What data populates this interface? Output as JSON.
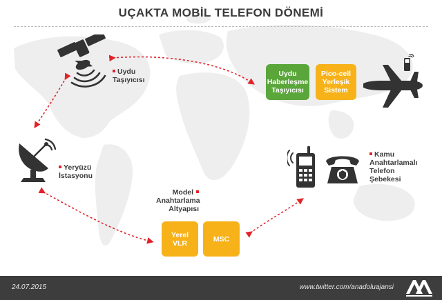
{
  "title": "UÇAKTA MOBİL TELEFON DÖNEMİ",
  "labels": {
    "satellite_carrier": [
      "Uydu",
      "Taşıyıcısı"
    ],
    "ground_station": [
      "Yeryüzü",
      "İstasyonu"
    ],
    "switching_infra": [
      "Model",
      "Anahtarlama",
      "Altyapısı"
    ],
    "public_network": [
      "Kamu",
      "Anahtarlamalı",
      "Telefon",
      "Şebekesi"
    ]
  },
  "boxes": {
    "satcom": [
      "Uydu",
      "Haberleşme",
      "Taşıyıcısı"
    ],
    "picocell": [
      "Pico-cell",
      "Yerleşik",
      "Sistem"
    ],
    "vlr": [
      "Yerel",
      "VLR"
    ],
    "msc": [
      "MSC"
    ]
  },
  "footer": {
    "date": "24.07.2015",
    "twitter": "www.twitter.com/anadoluajansi"
  },
  "colors": {
    "arrow": "#e1232a",
    "green_box": "#5aa63a",
    "orange_box": "#f7b21a",
    "icon": "#333333",
    "footer_bg": "#3d3d3d"
  }
}
